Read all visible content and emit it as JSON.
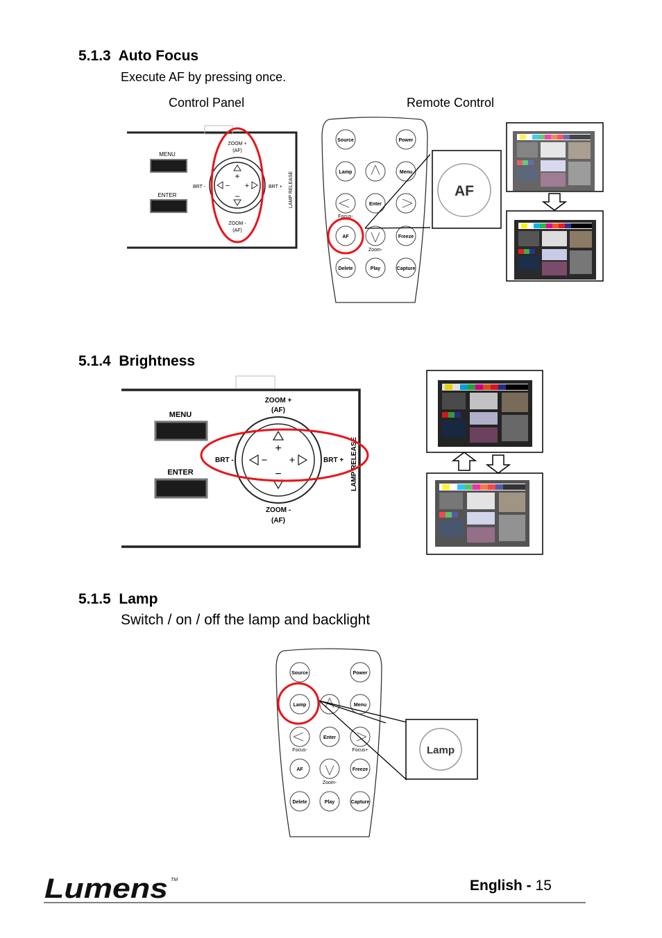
{
  "sections": {
    "af": {
      "number": "5.1.3",
      "title": "Auto Focus",
      "description": "Execute AF by pressing once.",
      "label_panel": "Control Panel",
      "label_remote": "Remote Control"
    },
    "brightness": {
      "number": "5.1.4",
      "title": "Brightness"
    },
    "lamp": {
      "number": "5.1.5",
      "title": "Lamp",
      "description": "Switch / on / off the lamp and backlight"
    }
  },
  "panel": {
    "menu": "MENU",
    "enter": "ENTER",
    "zoom_plus": "ZOOM +",
    "zoom_minus": "ZOOM -",
    "af_paren": "(AF)",
    "brt_minus": "BRT -",
    "brt_plus": "BRT +",
    "lamp_release": "LAMP RELEASE"
  },
  "remote": {
    "source": "Source",
    "power": "Power",
    "lamp": "Lamp",
    "menu": "Menu",
    "enter": "Enter",
    "focus_minus": "Focus-",
    "focus_plus": "Focus+",
    "af": "AF",
    "zoom_minus": "Zoom-",
    "freeze": "Freeze",
    "delete": "Delete",
    "play": "Play",
    "capture": "Capture"
  },
  "callouts": {
    "af": "AF",
    "lamp": "Lamp"
  },
  "footer": {
    "logo": "Lumens",
    "tm": "TM",
    "language": "English -",
    "page": "15"
  },
  "colors": {
    "highlight": "#e8141b",
    "text": "#000000",
    "rule": "#7f7f7f"
  }
}
